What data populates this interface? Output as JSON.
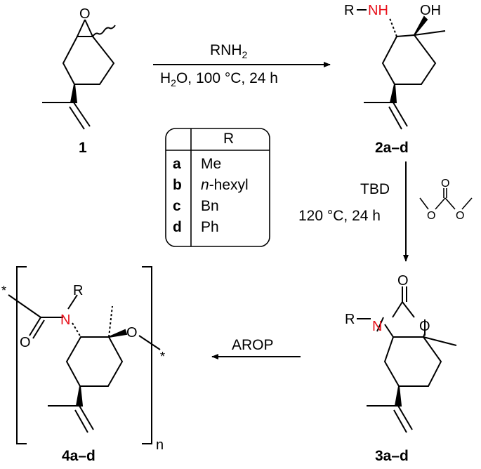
{
  "compounds": {
    "c1": "1",
    "c2": "2a–d",
    "c3": "3a–d",
    "c4": "4a–d"
  },
  "step1": {
    "reagent": "RNH",
    "reagent_sub": "2",
    "cond_h": "H",
    "cond_sub": "2",
    "cond_rest": "O, 100 °C, 24 h"
  },
  "step2": {
    "catalyst": "TBD",
    "conditions": "120 °C, 24 h"
  },
  "step3": {
    "label": "AROP"
  },
  "atoms": {
    "O": "O",
    "N": "N",
    "NH": "NH",
    "OH": "OH",
    "R": "R",
    "star": "*",
    "n": "n"
  },
  "table": {
    "header": "R",
    "rows": [
      {
        "key": "a",
        "pre": "",
        "ital": "",
        "post": "Me"
      },
      {
        "key": "b",
        "pre": "",
        "ital": "n",
        "post": "-hexyl"
      },
      {
        "key": "c",
        "pre": "",
        "ital": "",
        "post": "Bn"
      },
      {
        "key": "d",
        "pre": "",
        "ital": "",
        "post": "Ph"
      }
    ]
  },
  "colors": {
    "heteroatom_red": "#e8101a",
    "bond": "#000000"
  }
}
